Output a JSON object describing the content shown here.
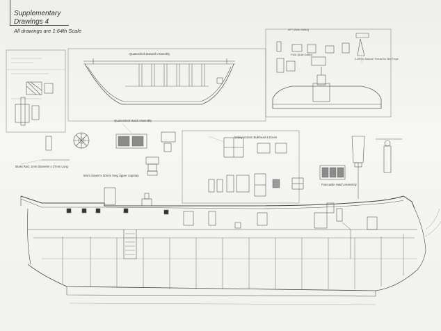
{
  "title": {
    "line1": "Supplementary",
    "line2": "Drawings 4",
    "scale_note": "All drawings are 1:64th Scale"
  },
  "labels": {
    "hatch_assembly": "Quarterdeck Hatch Assembly",
    "galley": "Galley Screen Bulkhead & Doors",
    "forecastle_hatch": "Forecastle Hatch Assembly",
    "capstan": "8mm dowel x 30mm long upper capstan",
    "brass_rod": "Brass Rod, 1mm Diameter x 37mm Long",
    "natural_thread": "0.25mm Natural Thread for Bell Rope",
    "aft_gallery": "AFT (Bulk Galley)",
    "fwd_gallery": "FWD (Bulk Galley)",
    "quarterdeck_bulwark": "Quarterdeck Bulwark Assembly"
  }
}
